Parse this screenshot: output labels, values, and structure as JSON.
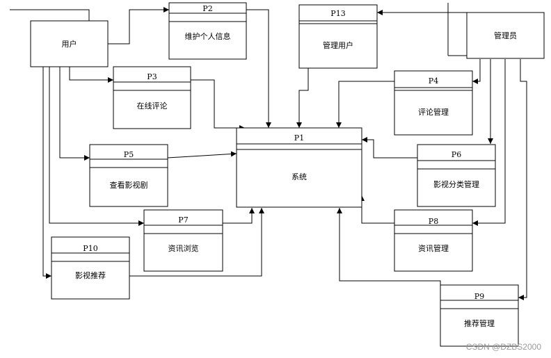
{
  "entities": {
    "user": "用户",
    "admin": "管理员"
  },
  "processes": {
    "p1": {
      "id": "P1",
      "label": "系统"
    },
    "p2": {
      "id": "P2",
      "label": "维护个人信息"
    },
    "p3": {
      "id": "P3",
      "label": "在线评论"
    },
    "p4": {
      "id": "P4",
      "label": "评论管理"
    },
    "p5": {
      "id": "P5",
      "label": "查看影视剧"
    },
    "p6": {
      "id": "P6",
      "label": "影视分类管理"
    },
    "p7": {
      "id": "P7",
      "label": "资讯浏览"
    },
    "p8": {
      "id": "P8",
      "label": "资讯管理"
    },
    "p9": {
      "id": "P9",
      "label": "推荐管理"
    },
    "p10": {
      "id": "P10",
      "label": "影视推荐"
    },
    "p13": {
      "id": "P13",
      "label": "管理用户"
    }
  },
  "watermark": "CSDN @DZBS2000"
}
